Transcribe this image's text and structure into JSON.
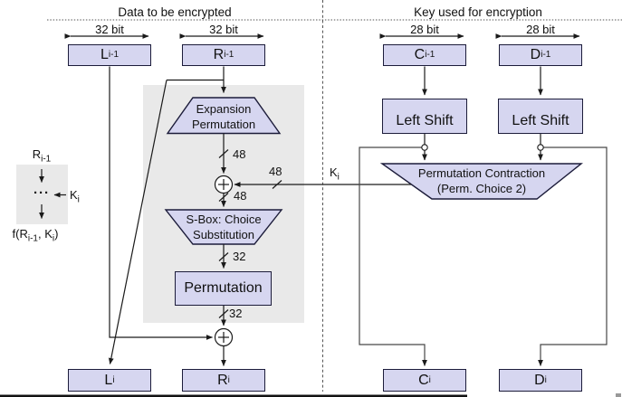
{
  "headers": {
    "left": "Data to be encrypted",
    "right": "Key used for encryption"
  },
  "bit_widths": {
    "l": "32 bit",
    "r": "32 bit",
    "c": "28 bit",
    "d": "28 bit"
  },
  "registers": {
    "l_prev": {
      "base": "L",
      "sub": "i-1"
    },
    "r_prev": {
      "base": "R",
      "sub": "i-1"
    },
    "c_prev": {
      "base": "C",
      "sub": "i-1"
    },
    "d_prev": {
      "base": "D",
      "sub": "i-1"
    },
    "l_next": {
      "base": "L",
      "sub": "i"
    },
    "r_next": {
      "base": "R",
      "sub": "i"
    },
    "c_next": {
      "base": "C",
      "sub": "i"
    },
    "d_next": {
      "base": "D",
      "sub": "i"
    }
  },
  "blocks": {
    "expansion": {
      "line1": "Expansion",
      "line2": "Permutation"
    },
    "sbox": {
      "line1": "S-Box: Choice",
      "line2": "Substitution"
    },
    "permutation": "Permutation",
    "left_shift_c": "Left Shift",
    "left_shift_d": "Left Shift",
    "perm_contraction": {
      "line1": "Permutation Contraction",
      "line2": "(Perm. Choice 2)"
    }
  },
  "wires": {
    "expansion_out_bits": "48",
    "key_bits": "48",
    "xor_out_bits": "48",
    "sbox_out_bits": "32",
    "permutation_out_bits": "32",
    "key_label": {
      "base": "K",
      "sub": "i"
    }
  },
  "legend": {
    "input": {
      "base": "R",
      "sub": "i-1"
    },
    "dots": "···",
    "key": {
      "base": "K",
      "sub": "i"
    },
    "output": {
      "p1": "f(R",
      "s1": "i-1",
      "p2": ", K",
      "s2": "i",
      "p3": ")"
    }
  },
  "colors": {
    "box_fill": "#d6d6f0",
    "box_border": "#1c1c3a",
    "panel_gray": "#e9e9e9",
    "line": "#1a1a1a"
  }
}
